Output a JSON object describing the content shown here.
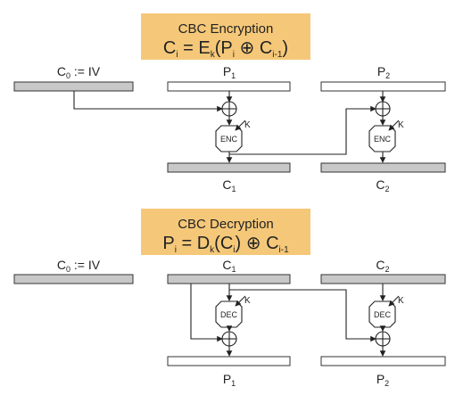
{
  "encryption": {
    "title": "CBC Encryption",
    "formula": {
      "lhs": "C",
      "lhs_sub": "i",
      "eq": " = ",
      "fn": "E",
      "fn_sub": "k",
      "open": "(",
      "a": "P",
      "a_sub": "i",
      "op": " ⊕ ",
      "b": "C",
      "b_sub": "i-1",
      "close": ")"
    },
    "blocks": {
      "iv": {
        "label": "C",
        "sub": "0",
        "suffix": " := IV"
      },
      "p1": {
        "label": "P",
        "sub": "1"
      },
      "p2": {
        "label": "P",
        "sub": "2"
      },
      "c1": {
        "label": "C",
        "sub": "1"
      },
      "c2": {
        "label": "C",
        "sub": "2"
      }
    },
    "box_label": "ENC",
    "key_label": "K"
  },
  "decryption": {
    "title": "CBC Decryption",
    "formula": {
      "lhs": "P",
      "lhs_sub": "i",
      "eq": " = ",
      "fn": "D",
      "fn_sub": "k",
      "open": "(",
      "a": "C",
      "a_sub": "i",
      "close": ")",
      "op": " ⊕ ",
      "b": "C",
      "b_sub": "i-1"
    },
    "blocks": {
      "iv": {
        "label": "C",
        "sub": "0",
        "suffix": " := IV"
      },
      "c1": {
        "label": "C",
        "sub": "1"
      },
      "c2": {
        "label": "C",
        "sub": "2"
      },
      "p1": {
        "label": "P",
        "sub": "1"
      },
      "p2": {
        "label": "P",
        "sub": "2"
      }
    },
    "box_label": "DEC",
    "key_label": "K"
  },
  "colors": {
    "title_box": "#f5c879",
    "gray_block": "#c8c8c8",
    "stroke": "#222222"
  }
}
